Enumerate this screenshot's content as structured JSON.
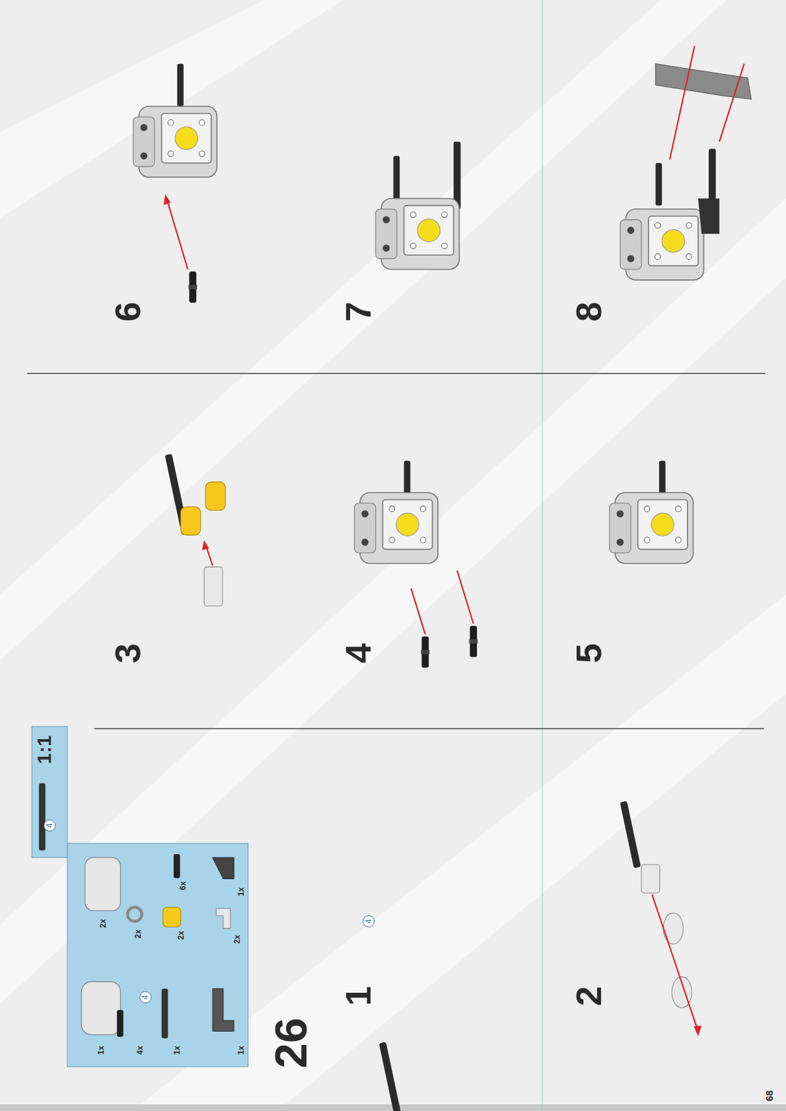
{
  "diagram": {
    "labels": [
      "1:1",
      "4",
      "26",
      "1x",
      "4x",
      "4",
      "1x",
      "1x",
      "2x",
      "2x",
      "2x",
      "6x",
      "2x",
      "1x",
      "1",
      "4",
      "2",
      "3",
      "4",
      "5",
      "6",
      "7",
      "8",
      "68"
    ]
  }
}
